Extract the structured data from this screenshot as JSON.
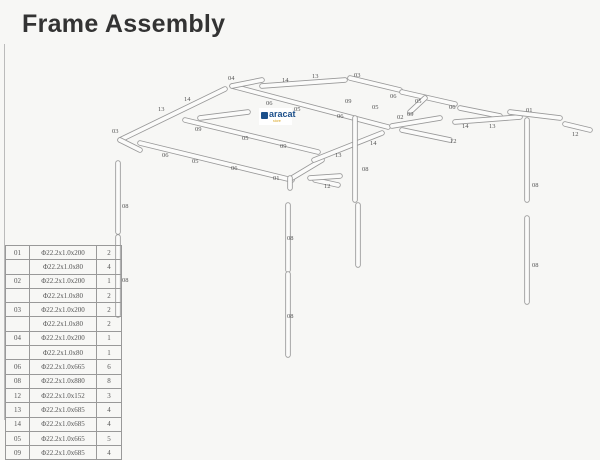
{
  "title": "Frame Assembly",
  "logo": {
    "text": "aracat",
    "sub": "store"
  },
  "labels": [
    "04",
    "14",
    "13",
    "03",
    "06",
    "05",
    "06",
    "14",
    "13",
    "06",
    "05",
    "06",
    "09",
    "05",
    "03",
    "09",
    "05",
    "09",
    "14",
    "13",
    "06",
    "05",
    "06",
    "01",
    "12",
    "08",
    "09",
    "02",
    "12",
    "14",
    "13",
    "01",
    "12",
    "08",
    "08",
    "08",
    "08",
    "08",
    "08",
    "06",
    "05"
  ],
  "parts": [
    {
      "id": "01",
      "spec": "Φ22.2x1.0x200",
      "qty": "2"
    },
    {
      "id": "",
      "spec": "Φ22.2x1.0x80",
      "qty": "4"
    },
    {
      "id": "02",
      "spec": "Φ22.2x1.0x200",
      "qty": "1"
    },
    {
      "id": "",
      "spec": "Φ22.2x1.0x80",
      "qty": "2"
    },
    {
      "id": "03",
      "spec": "Φ22.2x1.0x200",
      "qty": "2"
    },
    {
      "id": "",
      "spec": "Φ22.2x1.0x80",
      "qty": "2"
    },
    {
      "id": "04",
      "spec": "Φ22.2x1.0x200",
      "qty": "1"
    },
    {
      "id": "",
      "spec": "Φ22.2x1.0x80",
      "qty": "1"
    },
    {
      "id": "06",
      "spec": "Φ22.2x1.0x665",
      "qty": "6"
    },
    {
      "id": "08",
      "spec": "Φ22.2x1.0x880",
      "qty": "8"
    },
    {
      "id": "12",
      "spec": "Φ22.2x1.0x152",
      "qty": "3"
    },
    {
      "id": "13",
      "spec": "Φ22.2x1.0x685",
      "qty": "4"
    },
    {
      "id": "14",
      "spec": "Φ22.2x1.0x685",
      "qty": "4"
    },
    {
      "id": "05",
      "spec": "Φ22.2x1.0x665",
      "qty": "5"
    },
    {
      "id": "09",
      "spec": "Φ22.2x1.0x685",
      "qty": "4"
    }
  ]
}
